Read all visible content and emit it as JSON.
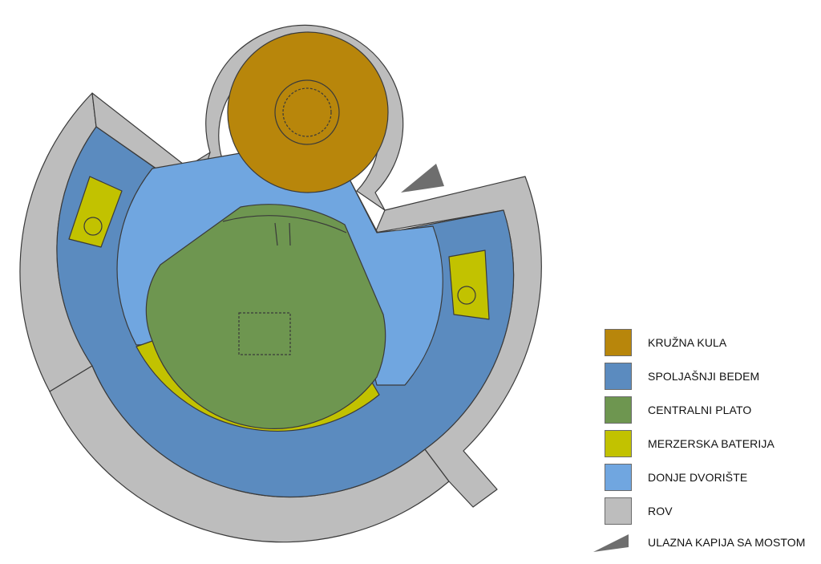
{
  "legend": {
    "items": [
      {
        "key": "tower",
        "label": "KRUŽNA KULA",
        "color": "#B8860B"
      },
      {
        "key": "rampart",
        "label": "SPOLJAŠNJI BEDEM",
        "color": "#5B8BBF"
      },
      {
        "key": "plateau",
        "label": "CENTRALNI PLATO",
        "color": "#6E9650"
      },
      {
        "key": "battery",
        "label": "MERZERSKA BATERIJA",
        "color": "#C2C200"
      },
      {
        "key": "courtyard",
        "label": "DONJE DVORIŠTE",
        "color": "#70A6E0"
      },
      {
        "key": "moat",
        "label": "ROV",
        "color": "#BDBDBD"
      }
    ],
    "gate": {
      "label": "ULAZNA KAPIJA SA MOSTOM",
      "icon": "gate-triangle-icon",
      "color": "#6E6E6E"
    }
  },
  "colors": {
    "outline": "#3A3A3A",
    "background": "#FFFFFF"
  }
}
